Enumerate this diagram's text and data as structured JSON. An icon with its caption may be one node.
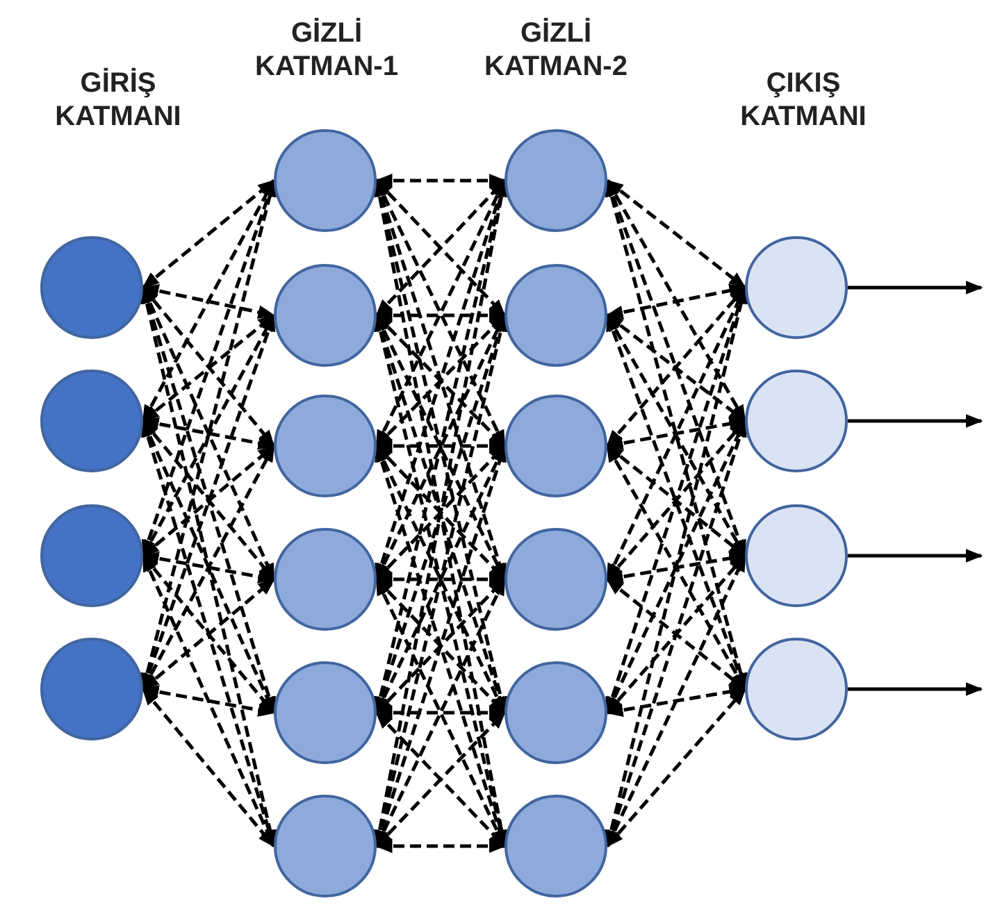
{
  "diagram": {
    "nodes": [
      {
        "text": [],
        "shape": "circle"
      },
      {
        "text": [],
        "shape": "circle"
      },
      {
        "text": [],
        "shape": "circle"
      },
      {
        "text": [],
        "shape": "circle"
      },
      {
        "text": [],
        "shape": "circle"
      },
      {
        "text": [],
        "shape": "circle"
      },
      {
        "text": [],
        "shape": "circle"
      },
      {
        "text": [],
        "shape": "circle"
      },
      {
        "text": [],
        "shape": "circle"
      },
      {
        "text": [],
        "shape": "circle"
      },
      {
        "text": [],
        "shape": "circle"
      },
      {
        "text": [],
        "shape": "circle"
      },
      {
        "text": [],
        "shape": "circle"
      },
      {
        "text": [],
        "shape": "circle"
      },
      {
        "text": [],
        "shape": "circle"
      },
      {
        "text": [],
        "shape": "circle"
      },
      {
        "text": [],
        "shape": "circle"
      },
      {
        "text": [],
        "shape": "circle"
      },
      {
        "text": [],
        "shape": "circle"
      },
      {
        "text": [],
        "shape": "circle"
      }
    ],
    "edges": [
      {
        "from": 0,
        "to": 4,
        "arrow": "both",
        "style": "dashed"
      },
      {
        "from": 0,
        "to": 5,
        "arrow": "both",
        "style": "dashed"
      },
      {
        "from": 0,
        "to": 6,
        "arrow": "both",
        "style": "dashed"
      },
      {
        "from": 0,
        "to": 7,
        "arrow": "both",
        "style": "dashed"
      },
      {
        "from": 0,
        "to": 8,
        "arrow": "both",
        "style": "dashed"
      },
      {
        "from": 0,
        "to": 9,
        "arrow": "both",
        "style": "dashed"
      },
      {
        "from": 1,
        "to": 4,
        "arrow": "both",
        "style": "dashed"
      },
      {
        "from": 1,
        "to": 5,
        "arrow": "both",
        "style": "dashed"
      },
      {
        "from": 1,
        "to": 6,
        "arrow": "both",
        "style": "dashed"
      },
      {
        "from": 1,
        "to": 7,
        "arrow": "both",
        "style": "dashed"
      },
      {
        "from": 1,
        "to": 8,
        "arrow": "both",
        "style": "dashed"
      },
      {
        "from": 1,
        "to": 9,
        "arrow": "both",
        "style": "dashed"
      },
      {
        "from": 2,
        "to": 4,
        "arrow": "both",
        "style": "dashed"
      },
      {
        "from": 2,
        "to": 5,
        "arrow": "both",
        "style": "dashed"
      },
      {
        "from": 2,
        "to": 6,
        "arrow": "both",
        "style": "dashed"
      },
      {
        "from": 2,
        "to": 7,
        "arrow": "both",
        "style": "dashed"
      },
      {
        "from": 2,
        "to": 8,
        "arrow": "both",
        "style": "dashed"
      },
      {
        "from": 2,
        "to": 9,
        "arrow": "both",
        "style": "dashed"
      },
      {
        "from": 3,
        "to": 4,
        "arrow": "both",
        "style": "dashed"
      },
      {
        "from": 3,
        "to": 5,
        "arrow": "both",
        "style": "dashed"
      },
      {
        "from": 3,
        "to": 6,
        "arrow": "both",
        "style": "dashed"
      },
      {
        "from": 3,
        "to": 7,
        "arrow": "both",
        "style": "dashed"
      },
      {
        "from": 3,
        "to": 8,
        "arrow": "both",
        "style": "dashed"
      },
      {
        "from": 3,
        "to": 9,
        "arrow": "both",
        "style": "dashed"
      },
      {
        "from": 4,
        "to": 10,
        "arrow": "both",
        "style": "dashed"
      },
      {
        "from": 4,
        "to": 11,
        "arrow": "both",
        "style": "dashed"
      },
      {
        "from": 4,
        "to": 12,
        "arrow": "both",
        "style": "dashed"
      },
      {
        "from": 4,
        "to": 13,
        "arrow": "both",
        "style": "dashed"
      },
      {
        "from": 4,
        "to": 14,
        "arrow": "both",
        "style": "dashed"
      },
      {
        "from": 4,
        "to": 15,
        "arrow": "both",
        "style": "dashed"
      },
      {
        "from": 5,
        "to": 10,
        "arrow": "both",
        "style": "dashed"
      },
      {
        "from": 5,
        "to": 11,
        "arrow": "both",
        "style": "dashed"
      },
      {
        "from": 5,
        "to": 12,
        "arrow": "both",
        "style": "dashed"
      },
      {
        "from": 5,
        "to": 13,
        "arrow": "both",
        "style": "dashed"
      },
      {
        "from": 5,
        "to": 14,
        "arrow": "both",
        "style": "dashed"
      },
      {
        "from": 5,
        "to": 15,
        "arrow": "both",
        "style": "dashed"
      },
      {
        "from": 6,
        "to": 10,
        "arrow": "both",
        "style": "dashed"
      },
      {
        "from": 6,
        "to": 11,
        "arrow": "both",
        "style": "dashed"
      },
      {
        "from": 6,
        "to": 12,
        "arrow": "both",
        "style": "dashed"
      },
      {
        "from": 6,
        "to": 13,
        "arrow": "both",
        "style": "dashed"
      },
      {
        "from": 6,
        "to": 14,
        "arrow": "both",
        "style": "dashed"
      },
      {
        "from": 6,
        "to": 15,
        "arrow": "both",
        "style": "dashed"
      },
      {
        "from": 7,
        "to": 10,
        "arrow": "both",
        "style": "dashed"
      },
      {
        "from": 7,
        "to": 11,
        "arrow": "both",
        "style": "dashed"
      },
      {
        "from": 7,
        "to": 12,
        "arrow": "both",
        "style": "dashed"
      },
      {
        "from": 7,
        "to": 13,
        "arrow": "both",
        "style": "dashed"
      },
      {
        "from": 7,
        "to": 14,
        "arrow": "both",
        "style": "dashed"
      },
      {
        "from": 7,
        "to": 15,
        "arrow": "both",
        "style": "dashed"
      },
      {
        "from": 8,
        "to": 10,
        "arrow": "both",
        "style": "dashed"
      },
      {
        "from": 8,
        "to": 11,
        "arrow": "both",
        "style": "dashed"
      },
      {
        "from": 8,
        "to": 12,
        "arrow": "both",
        "style": "dashed"
      },
      {
        "from": 8,
        "to": 13,
        "arrow": "both",
        "style": "dashed"
      },
      {
        "from": 8,
        "to": 14,
        "arrow": "both",
        "style": "dashed"
      },
      {
        "from": 8,
        "to": 15,
        "arrow": "both",
        "style": "dashed"
      },
      {
        "from": 9,
        "to": 10,
        "arrow": "both",
        "style": "dashed"
      },
      {
        "from": 9,
        "to": 11,
        "arrow": "both",
        "style": "dashed"
      },
      {
        "from": 9,
        "to": 12,
        "arrow": "both",
        "style": "dashed"
      },
      {
        "from": 9,
        "to": 13,
        "arrow": "both",
        "style": "dashed"
      },
      {
        "from": 9,
        "to": 14,
        "arrow": "both",
        "style": "dashed"
      },
      {
        "from": 9,
        "to": 15,
        "arrow": "both",
        "style": "dashed"
      },
      {
        "from": 10,
        "to": 16,
        "arrow": "both",
        "style": "dashed"
      },
      {
        "from": 10,
        "to": 17,
        "arrow": "both",
        "style": "dashed"
      },
      {
        "from": 10,
        "to": 18,
        "arrow": "both",
        "style": "dashed"
      },
      {
        "from": 10,
        "to": 19,
        "arrow": "both",
        "style": "dashed"
      },
      {
        "from": 11,
        "to": 16,
        "arrow": "both",
        "style": "dashed"
      },
      {
        "from": 11,
        "to": 17,
        "arrow": "both",
        "style": "dashed"
      },
      {
        "from": 11,
        "to": 18,
        "arrow": "both",
        "style": "dashed"
      },
      {
        "from": 11,
        "to": 19,
        "arrow": "both",
        "style": "dashed"
      },
      {
        "from": 12,
        "to": 16,
        "arrow": "both",
        "style": "dashed"
      },
      {
        "from": 12,
        "to": 17,
        "arrow": "both",
        "style": "dashed"
      },
      {
        "from": 12,
        "to": 18,
        "arrow": "both",
        "style": "dashed"
      },
      {
        "from": 12,
        "to": 19,
        "arrow": "both",
        "style": "dashed"
      },
      {
        "from": 13,
        "to": 16,
        "arrow": "both",
        "style": "dashed"
      },
      {
        "from": 13,
        "to": 17,
        "arrow": "both",
        "style": "dashed"
      },
      {
        "from": 13,
        "to": 18,
        "arrow": "both",
        "style": "dashed"
      },
      {
        "from": 13,
        "to": 19,
        "arrow": "both",
        "style": "dashed"
      },
      {
        "from": 14,
        "to": 16,
        "arrow": "both",
        "style": "dashed"
      },
      {
        "from": 14,
        "to": 17,
        "arrow": "both",
        "style": "dashed"
      },
      {
        "from": 14,
        "to": 18,
        "arrow": "both",
        "style": "dashed"
      },
      {
        "from": 14,
        "to": 19,
        "arrow": "both",
        "style": "dashed"
      },
      {
        "from": 15,
        "to": 16,
        "arrow": "both",
        "style": "dashed"
      },
      {
        "from": 15,
        "to": 17,
        "arrow": "both",
        "style": "dashed"
      },
      {
        "from": 15,
        "to": 18,
        "arrow": "both",
        "style": "dashed"
      },
      {
        "from": 15,
        "to": 19,
        "arrow": "both",
        "style": "dashed"
      },
      {
        "from": 16,
        "to": null,
        "arrow": "to"
      },
      {
        "from": 17,
        "to": null,
        "arrow": "to"
      },
      {
        "from": 18,
        "to": null,
        "arrow": "to"
      },
      {
        "from": 19,
        "to": null,
        "arrow": "to"
      }
    ],
    "labels": [
      "GİZLİ KATMAN-1",
      "GİZLİ KATMAN-2",
      "GİRİŞ KATMANI",
      "ÇIKIŞ KATMANI"
    ]
  }
}
